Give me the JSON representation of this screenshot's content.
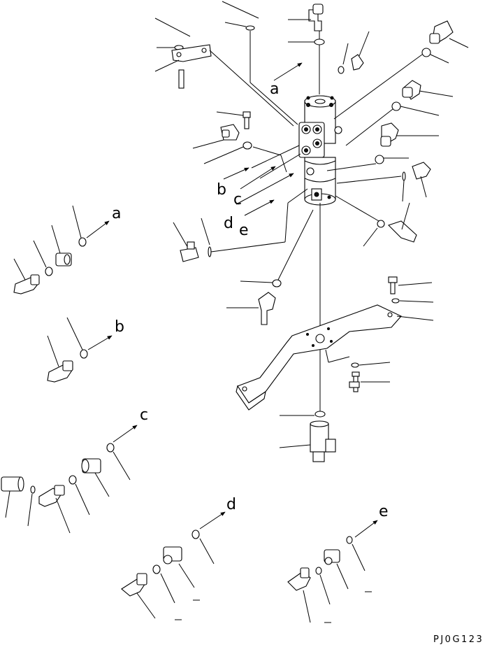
{
  "detail_labels": [
    "a",
    "b",
    "c",
    "d",
    "e"
  ],
  "main_labels": [
    "a",
    "b",
    "c",
    "d",
    "e"
  ],
  "figure_code": "PJ0G123"
}
